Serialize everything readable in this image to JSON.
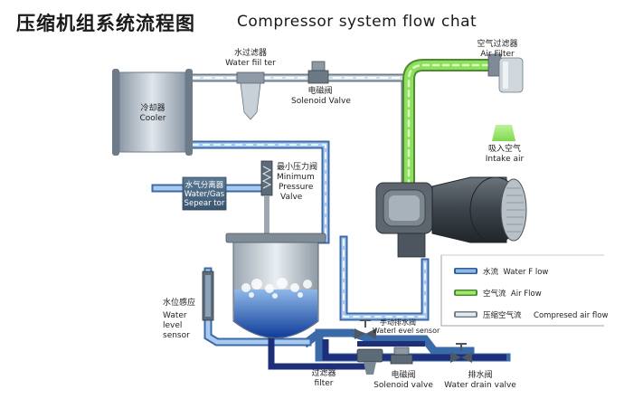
{
  "header": {
    "title_cn": "压缩机组系统流程图",
    "title_en": "Compressor system flow chat"
  },
  "components": {
    "cooler": {
      "cn": "冷却器",
      "en": "Cooler"
    },
    "water_filter": {
      "cn": "水过滤器",
      "en": "Water fiil ter"
    },
    "solenoid_valve_top": {
      "cn": "电磁阀",
      "en": "Solenoid Valve"
    },
    "air_filter": {
      "cn": "空气过滤器",
      "en": "Air Filter"
    },
    "intake_air": {
      "cn": "吸入空气",
      "en": "Intake air"
    },
    "water_gas_separator": {
      "cn": "水气分离器",
      "en1": "Water/Gas",
      "en2": "Sepear tor"
    },
    "min_pressure_valve": {
      "cn": "最小压力阀",
      "en1": "Minimum",
      "en2": "Pressure",
      "en3": "Valve"
    },
    "water_level_sensor": {
      "cn": "水位感应",
      "en1": "Water",
      "en2": "level",
      "en3": "sensor"
    },
    "manual_drain_valve": {
      "cn": "手动排水阀",
      "en": "Waterl evel sensor"
    },
    "filter_bottom": {
      "cn": "过滤器",
      "en": "filter"
    },
    "solenoid_valve_bottom": {
      "cn": "电磁阀",
      "en": "Solenoid valve"
    },
    "drain_valve": {
      "cn": "排水阀",
      "en": "Water drain valve"
    }
  },
  "legend": [
    {
      "cn": "水流",
      "en": "Water F low",
      "color": "#5a8fd0"
    },
    {
      "cn": "空气流",
      "en": "Air Flow",
      "color": "#7fd14e"
    },
    {
      "cn": "压缩空气流",
      "en": "Compresed air flow",
      "color": "#c9d3dc"
    }
  ],
  "colors": {
    "pipe_blue": "#6f9fd6",
    "pipe_dark": "#1d2e7a",
    "pipe_green": "#79c94a",
    "pipe_grey": "#aeb9c4"
  }
}
